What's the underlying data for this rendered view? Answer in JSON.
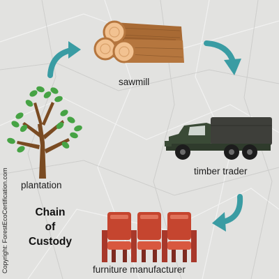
{
  "title": [
    "Chain",
    "of",
    "Custody"
  ],
  "stages": {
    "sawmill": "sawmill",
    "timber_trader": "timber trader",
    "plantation": "plantation",
    "furniture_manufacturer": "furniture manufacturer"
  },
  "copyright": "Copyright: ForestEcoCertification.com",
  "colors": {
    "arrow": "#3a9ca3",
    "log": "#b5763e",
    "log_end": "#f2c291",
    "truck": "#3a4a36",
    "leaf": "#46a344",
    "trunk": "#7a4b22",
    "seat": "#c5452f"
  }
}
